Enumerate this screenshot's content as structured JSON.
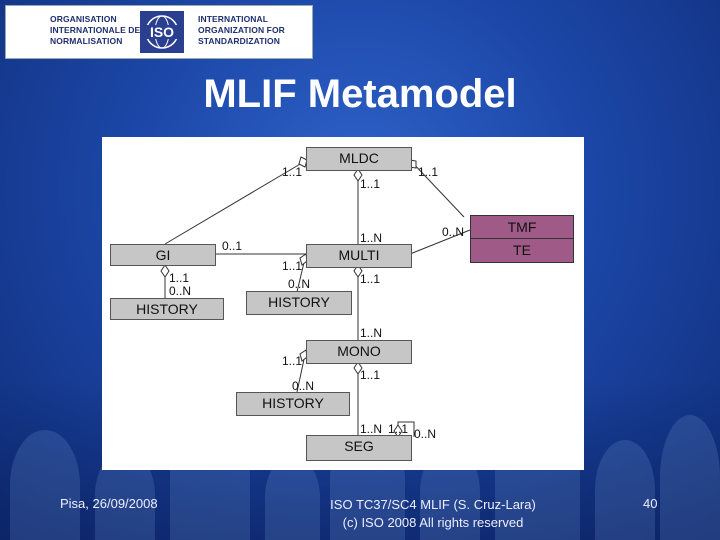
{
  "logo": {
    "left_lines": [
      "ORGANISATION",
      "INTERNATIONALE DE",
      "NORMALISATION"
    ],
    "emblem_text": "ISO",
    "right_lines": [
      "INTERNATIONAL",
      "ORGANIZATION FOR",
      "STANDARDIZATION"
    ]
  },
  "title": "MLIF Metamodel",
  "diagram": {
    "boxes": {
      "mldc": "MLDC",
      "gi": "GI",
      "history_gi": "HISTORY",
      "multi": "MULTI",
      "history_multi": "HISTORY",
      "tmf": "TMF",
      "te": "TE",
      "mono": "MONO",
      "history_mono": "HISTORY",
      "seg": "SEG"
    },
    "multiplicities": {
      "mldc_left": "1..1",
      "mldc_right": "1..1",
      "mldc_bottom": "1..1",
      "multi_top": "1..N",
      "tmf_left": "0..N",
      "gi_right": "0..1",
      "gi_bottom_a": "1..1",
      "gi_bottom_b": "0..N",
      "multi_left": "1..1",
      "multi_hist_top": "0..N",
      "multi_bottom": "1..1",
      "mono_top": "1..N",
      "mono_left": "1..1",
      "mono_hist_top": "0..N",
      "mono_bottom": "1..1",
      "seg_top_left": "1..N",
      "seg_top_right": "1..1",
      "seg_right": "0..N"
    }
  },
  "footer": {
    "left": "Pisa, 26/09/2008",
    "center_line1": "ISO TC37/SC4 MLIF (S. Cruz-Lara)",
    "center_line2": "(c) ISO 2008 All rights reserved",
    "page_number": "40"
  }
}
